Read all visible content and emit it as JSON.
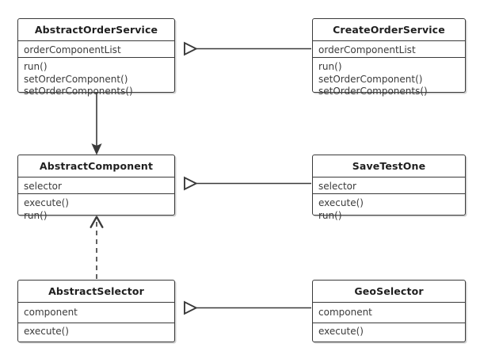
{
  "diagram": {
    "type": "uml-class-diagram",
    "background_color": "#ffffff",
    "line_color": "#3a3a3a",
    "text_color": "#3b3b3b",
    "title_color": "#1f1f1f",
    "classes": [
      {
        "id": "abstract-order-service",
        "name": "AbstractOrderService",
        "attributes": [
          "orderComponentList"
        ],
        "operations": [
          "run()",
          "setOrderComponent()",
          "setOrderComponents()"
        ]
      },
      {
        "id": "create-order-service",
        "name": "CreateOrderService",
        "attributes": [
          "orderComponentList"
        ],
        "operations": [
          "run()",
          "setOrderComponent()",
          "setOrderComponents()"
        ]
      },
      {
        "id": "abstract-component",
        "name": "AbstractComponent",
        "attributes": [
          "selector"
        ],
        "operations": [
          "execute()",
          "run()"
        ]
      },
      {
        "id": "save-test-one",
        "name": "SaveTestOne",
        "attributes": [
          "selector"
        ],
        "operations": [
          "execute()",
          "run()"
        ]
      },
      {
        "id": "abstract-selector",
        "name": "AbstractSelector",
        "attributes": [
          "component"
        ],
        "operations": [
          "execute()"
        ]
      },
      {
        "id": "geo-selector",
        "name": "GeoSelector",
        "attributes": [
          "component"
        ],
        "operations": [
          "execute()"
        ]
      }
    ],
    "relationships": [
      {
        "id": "rel-create-extends-abstract-order",
        "kind": "generalization",
        "from": "create-order-service",
        "to": "abstract-order-service",
        "style": "solid",
        "arrowhead": "hollow-triangle"
      },
      {
        "id": "rel-save-extends-abstract-component",
        "kind": "generalization",
        "from": "save-test-one",
        "to": "abstract-component",
        "style": "solid",
        "arrowhead": "hollow-triangle"
      },
      {
        "id": "rel-geo-extends-abstract-selector",
        "kind": "generalization",
        "from": "geo-selector",
        "to": "abstract-selector",
        "style": "solid",
        "arrowhead": "hollow-triangle"
      },
      {
        "id": "rel-order-aggregates-component",
        "kind": "aggregation-directed",
        "from": "abstract-order-service",
        "to": "abstract-component",
        "style": "solid",
        "tail": "hollow-diamond",
        "arrowhead": "filled-arrow"
      },
      {
        "id": "rel-selector-realizes-component",
        "kind": "dependency",
        "from": "abstract-selector",
        "to": "abstract-component",
        "style": "dashed",
        "arrowhead": "open-arrow"
      }
    ]
  }
}
